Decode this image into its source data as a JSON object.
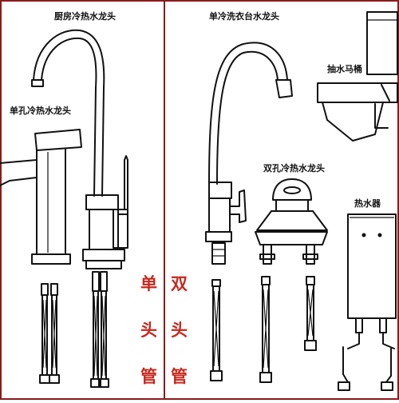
{
  "labels": {
    "kitchen_faucet": "厨房冷热水龙头",
    "single_hole_faucet": "单孔冷热水龙头",
    "basin_faucet": "单冷洗衣台水龙头",
    "toilet": "抽水马桶",
    "double_hole_faucet": "双孔冷热水龙头",
    "water_heater": "热水器"
  },
  "single_pipe": [
    "单",
    "头",
    "管"
  ],
  "double_pipe": [
    "双",
    "头",
    "管"
  ],
  "colors": {
    "divider": "#8b1a1a",
    "red_text": "#c8281e",
    "line": "#111111"
  }
}
